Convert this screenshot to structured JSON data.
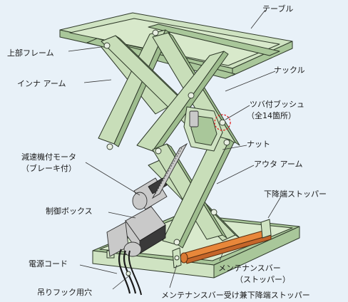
{
  "labels": {
    "table": "テーブル",
    "upper_frame": "上部フレーム",
    "inner_arm": "インナ アーム",
    "knuckle": "ナックル",
    "flanged_bush": "ツバ付ブッシュ",
    "flanged_bush_count": "（全14箇所）",
    "nut": "ナット",
    "geared_motor": "減速機付モータ",
    "brake": "（ブレーキ付）",
    "outer_arm": "アウタ アーム",
    "lower_stopper": "下降端ストッパー",
    "control_box": "制御ボックス",
    "power_cord": "電源コード",
    "maintenance_bar": "メンテナンスバー",
    "maintenance_bar_sub": "（ストッパー）",
    "lifting_hook_hole": "吊りフック用穴",
    "bar_receiver": "メンテナンスバー受け兼下降端ストッパー"
  },
  "colors": {
    "background": "#e8f1f8",
    "frame_green": "#cfe3c2",
    "maintenance_bar": "#e8873a",
    "highlight_circle": "#e02020"
  }
}
